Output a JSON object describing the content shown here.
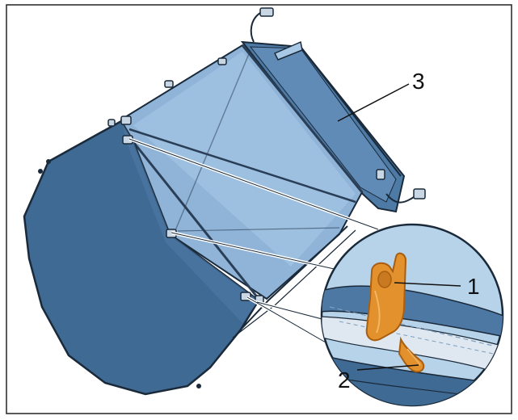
{
  "callouts": [
    {
      "id": "1",
      "label": "1"
    },
    {
      "id": "2",
      "label": "2"
    },
    {
      "id": "3",
      "label": "3"
    }
  ],
  "colors": {
    "cover_dark": "#3f6a94",
    "cover_mid": "#5a86b2",
    "cover_light": "#8fb4d8",
    "cover_pale": "#a9c8e6",
    "outline": "#1a2a3a",
    "clip_orange": "#e2912c",
    "clip_orange_dark": "#a95f12",
    "detail_bg": "#b7d3ea",
    "frame": "#222222"
  }
}
